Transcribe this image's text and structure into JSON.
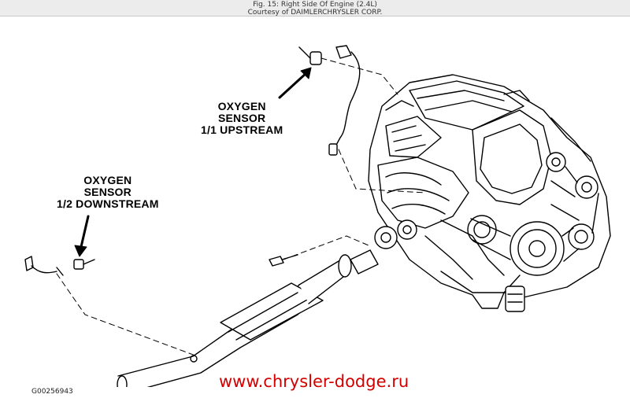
{
  "header": {
    "figure_caption": "Fig. 15: Right Side Of Engine (2.4L)",
    "credit": "Courtesy of DAIMLERCHRYSLER CORP."
  },
  "labels": {
    "upstream": {
      "line1": "OXYGEN",
      "line2": "SENSOR",
      "line3": "1/1 UPSTREAM"
    },
    "downstream": {
      "line1": "OXYGEN",
      "line2": "SENSOR",
      "line3": "1/2 DOWNSTREAM"
    }
  },
  "figure_code": "G00256943",
  "watermark": "www.chrysler-dodge.ru",
  "colors": {
    "line_art": "#000000",
    "watermark": "#d20000",
    "header_bg": "#ececec"
  }
}
